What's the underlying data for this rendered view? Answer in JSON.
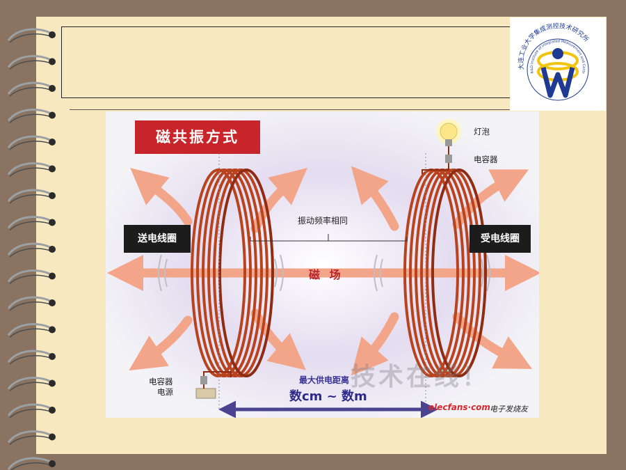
{
  "slide": {
    "title": ""
  },
  "logo": {
    "text": "大连工业大学集成测控技术研究所 R&D Institute of Integrated Measurement and Control, DLPU"
  },
  "figure": {
    "heading": "磁共振方式",
    "transmit_coil": "送电线圈",
    "receive_coil": "受电线圈",
    "resonance_label": "振动频率相同",
    "field_label": "磁 场",
    "bulb_label": "灯泡",
    "capacitor_right": "电容器",
    "capacitor_left": "电容器",
    "power_source": "电源",
    "distance_title": "最大供电距离",
    "distance_value": "数cm ~ 数m",
    "watermark": "技术在线！",
    "brand": "elecfans·com",
    "brand_cn": "电子发烧友"
  },
  "colors": {
    "background": "#8a7360",
    "paper": "#f7e8c0",
    "heading_red": "#c8252b",
    "coil_copper": "#b8431f",
    "field_arrow": "#f3a58a",
    "distance_arrow": "#4b438f"
  }
}
